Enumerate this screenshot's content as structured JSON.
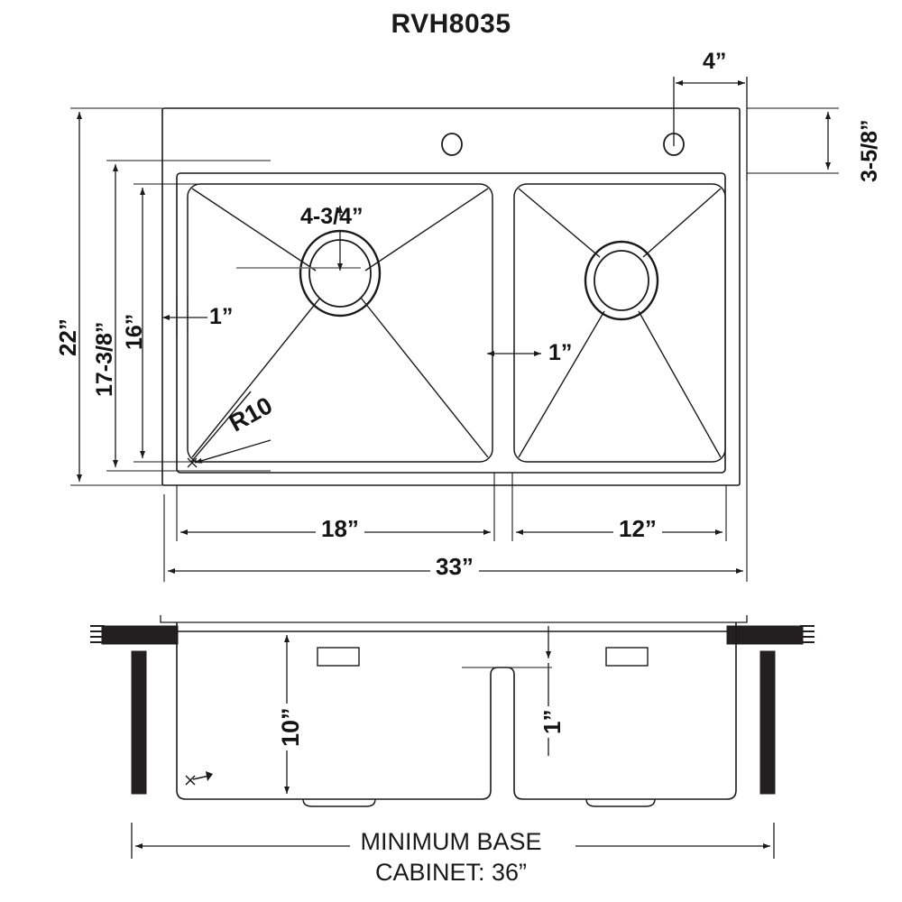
{
  "document": {
    "title": "RVH8035",
    "type": "technical-drawing",
    "subject": "kitchen-sink-dimension-drawing"
  },
  "top_view": {
    "dimensions": {
      "faucet_hole_offset": "4”",
      "rim_to_bowl_top": "3-5/8”",
      "overall_depth": "22”",
      "outer_bowl_depth": "17-3/8”",
      "inner_bowl_depth": "16”",
      "drain_offset": "4-3/4”",
      "left_wall_thickness": "1”",
      "divider_thickness": "1”",
      "corner_radius": "R10",
      "left_bowl_width": "18”",
      "right_bowl_width": "12”",
      "overall_width": "33”"
    }
  },
  "section_view": {
    "dimensions": {
      "bowl_depth": "10”",
      "divider_drop": "1”"
    },
    "caption_line1": "MINIMUM BASE",
    "caption_line2": "CABINET: 36”"
  },
  "style": {
    "line_color": "#1a1a1a",
    "fill_color": "#ffffff",
    "solid_fill": "#231f20",
    "thin_line": "#555555"
  }
}
